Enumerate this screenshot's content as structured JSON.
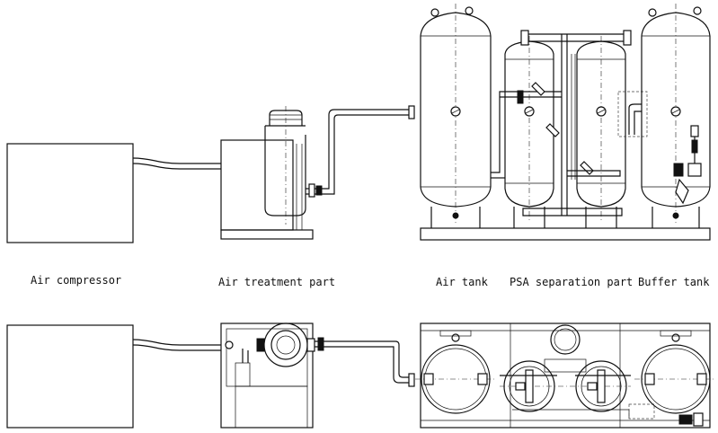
{
  "labels": {
    "air_compressor": "Air compressor",
    "air_treatment": "Air treatment part",
    "air_tank": "Air tank",
    "psa_separation": "PSA separation part",
    "buffer_tank": "Buffer tank"
  }
}
